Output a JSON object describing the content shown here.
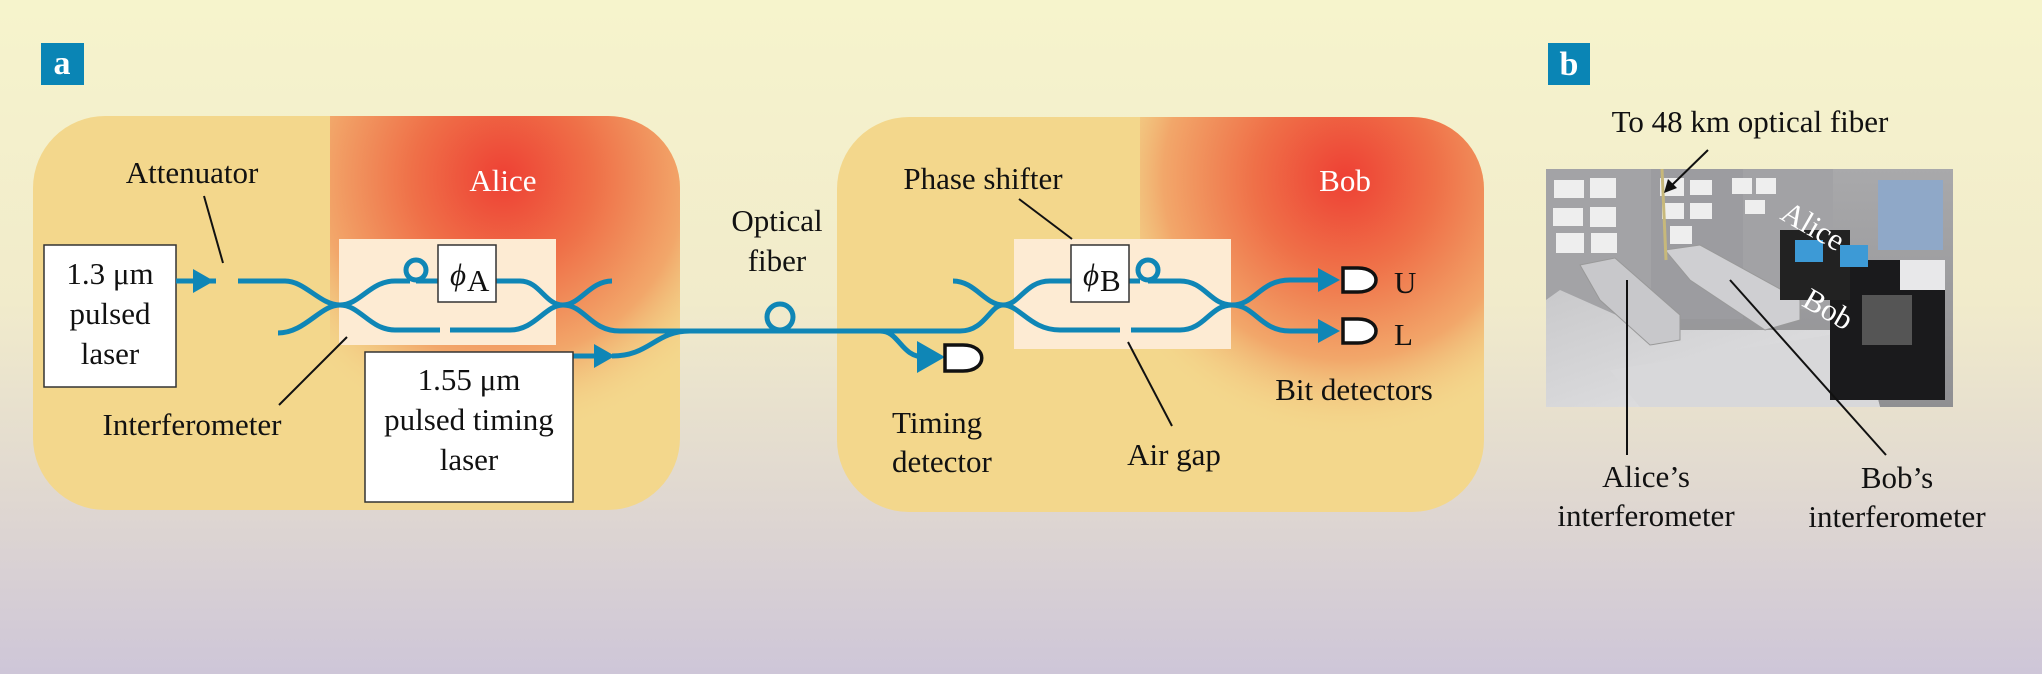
{
  "figure": {
    "panel_a": {
      "tag": "a",
      "alice_title": "Alice",
      "bob_title": "Bob",
      "attenuator_label": "Attenuator",
      "laser_box": [
        "1.3 μm",
        "pulsed",
        "laser"
      ],
      "interferometer_label": "Interferometer",
      "timing_laser_box": [
        "1.55 μm",
        "pulsed timing",
        "laser"
      ],
      "phase_a": {
        "symbol": "ϕ",
        "subscript": "A"
      },
      "phase_b": {
        "symbol": "ϕ",
        "subscript": "B"
      },
      "optical_fiber_label": [
        "Optical",
        "fiber"
      ],
      "phase_shifter_label": "Phase shifter",
      "timing_detector_label": [
        "Timing",
        "detector"
      ],
      "air_gap_label": "Air gap",
      "bit_detectors_label": "Bit detectors",
      "detector_u": "U",
      "detector_l": "L"
    },
    "panel_b": {
      "tag": "b",
      "fiber_callout": "To 48 km optical fiber",
      "photo_overlay_alice": "Alice",
      "photo_overlay_bob": "Bob",
      "alice_interferometer_label": [
        "Alice’s",
        "interferometer"
      ],
      "bob_interferometer_label": [
        "Bob’s",
        "interferometer"
      ]
    },
    "colors": {
      "panel_tag_bg": "#0a85b5",
      "fiber": "#0f86b6",
      "attenuator": "#e81c25",
      "station_bg": "#f3d78c",
      "station_glow": "#ee4a36",
      "interferometer_bg": "#fdebd3"
    }
  }
}
